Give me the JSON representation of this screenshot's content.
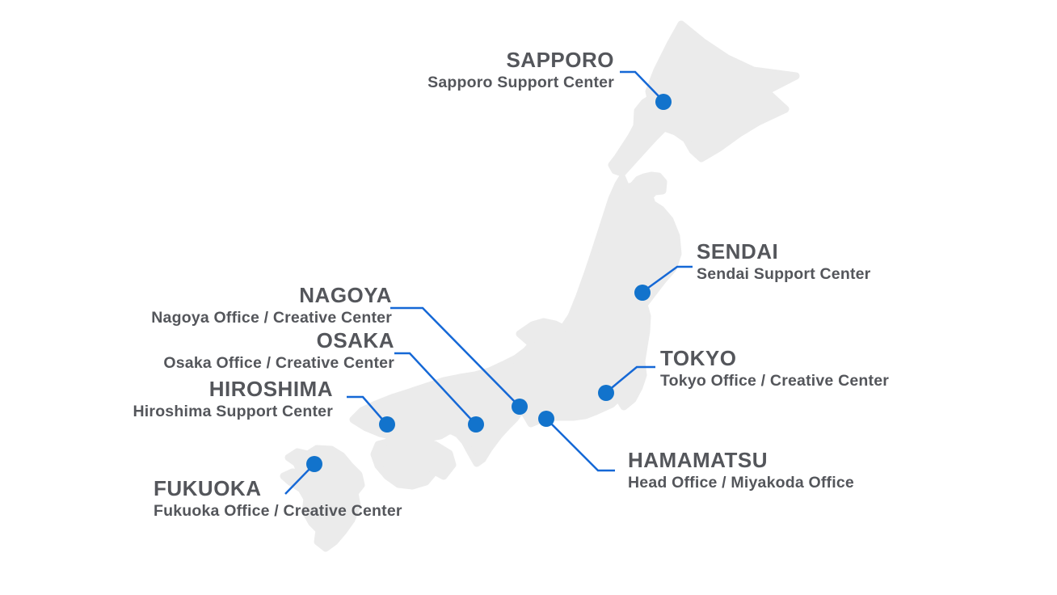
{
  "theme": {
    "background": "#ffffff",
    "map_fill": "#ebebeb",
    "marker_blue": "#1273cc",
    "line_blue": "#1568d6",
    "title_gray": "#54565b",
    "subtitle_gray": "#54565b"
  },
  "map": {
    "description": "Map of Japan with office locations"
  },
  "cities": [
    {
      "id": "sapporo",
      "name": "SAPPORO",
      "subtitle": "Sapporo Support Center"
    },
    {
      "id": "sendai",
      "name": "SENDAI",
      "subtitle": "Sendai Support Center"
    },
    {
      "id": "nagoya",
      "name": "NAGOYA",
      "subtitle": "Nagoya Office / Creative Center"
    },
    {
      "id": "osaka",
      "name": "OSAKA",
      "subtitle": "Osaka Office / Creative Center"
    },
    {
      "id": "tokyo",
      "name": "TOKYO",
      "subtitle": "Tokyo Office / Creative Center"
    },
    {
      "id": "hiroshima",
      "name": "HIROSHIMA",
      "subtitle": "Hiroshima Support Center"
    },
    {
      "id": "hamamatsu",
      "name": "HAMAMATSU",
      "subtitle": "Head Office / Miyakoda Office"
    },
    {
      "id": "fukuoka",
      "name": "FUKUOKA",
      "subtitle": "Fukuoka Office / Creative Center"
    }
  ]
}
